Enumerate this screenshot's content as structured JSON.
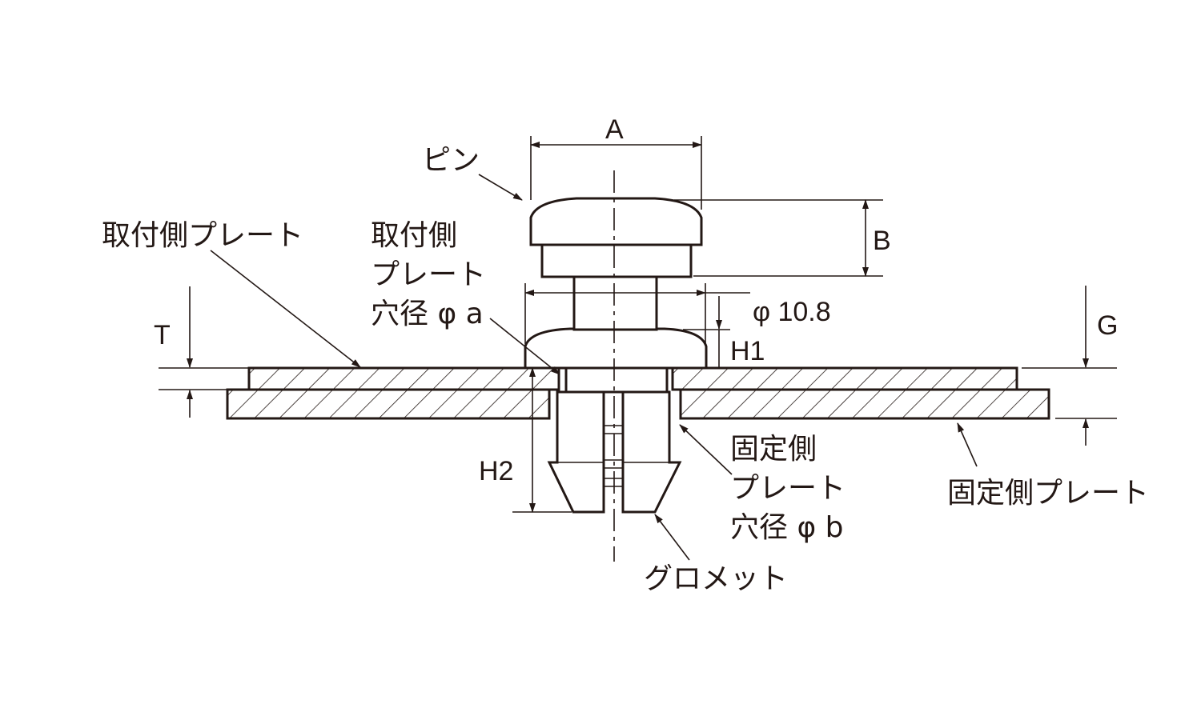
{
  "colors": {
    "ink": "#231815",
    "background": "#ffffff"
  },
  "labels": {
    "pin": "ピン",
    "mount_plate": "取付側プレート",
    "mount_hole_1": "取付側",
    "mount_hole_2": "プレート",
    "mount_hole_3": "穴径 φ a",
    "fixed_hole_1": "固定側",
    "fixed_hole_2": "プレート",
    "fixed_hole_3": "穴径 φ b",
    "fixed_plate": "固定側プレート",
    "grommet": "グロメット"
  },
  "dimensions": {
    "a": "A",
    "b": "B",
    "phi": "φ 10.8",
    "t": "T",
    "g": "G",
    "h1": "H1",
    "h2": "H2"
  }
}
